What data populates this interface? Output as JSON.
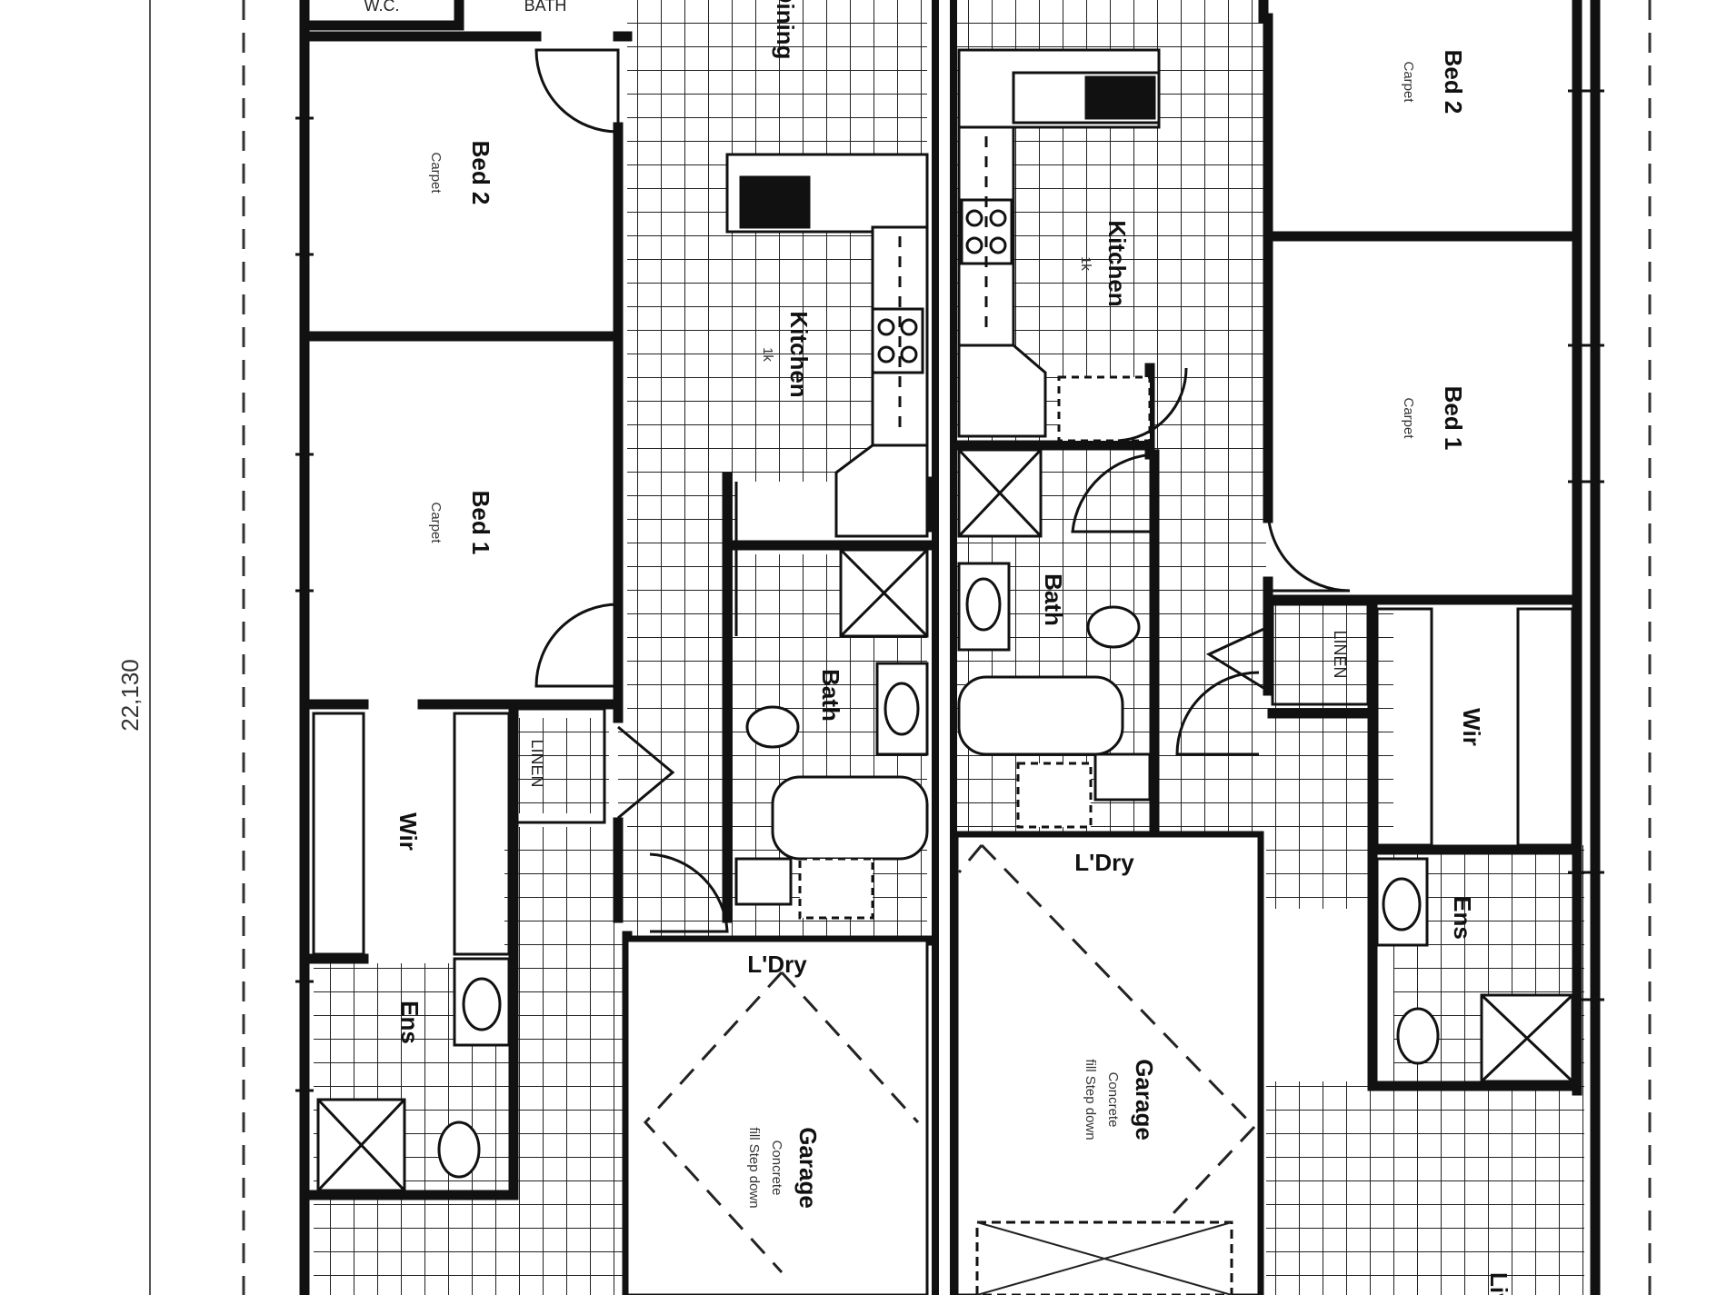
{
  "plan": {
    "overall_dimension": "22,130",
    "unit_a": {
      "rooms": {
        "bed2": {
          "name": "Bed 2",
          "finish": "Carpet"
        },
        "bed1": {
          "name": "Bed 1",
          "finish": "Carpet"
        },
        "kitchen": {
          "name": "Kitchen",
          "code": "1k"
        },
        "bath": {
          "name": "Bath"
        },
        "wir": {
          "name": "Wir"
        },
        "linen": {
          "name": "LINEN"
        },
        "ens": {
          "name": "Ens"
        },
        "laundry": {
          "name": "L'Dry"
        },
        "garage": {
          "name": "Garage",
          "finish": "Concrete",
          "note": "fill Step down"
        },
        "dining": {
          "name": "Dining"
        },
        "wc": {
          "name": "W.C."
        },
        "store": {
          "name": "BATH"
        }
      }
    },
    "unit_b": {
      "rooms": {
        "bed2": {
          "name": "Bed 2",
          "finish": "Carpet"
        },
        "bed1": {
          "name": "Bed 1",
          "finish": "Carpet"
        },
        "kitchen": {
          "name": "Kitchen",
          "code": "1k"
        },
        "bath": {
          "name": "Bath"
        },
        "wir": {
          "name": "Wir"
        },
        "linen": {
          "name": "LINEN"
        },
        "ens": {
          "name": "Ens"
        },
        "laundry": {
          "name": "L'Dry"
        },
        "garage": {
          "name": "Garage",
          "finish": "Concrete",
          "note": "fill Step down"
        },
        "living": {
          "name": "Living"
        }
      }
    }
  }
}
